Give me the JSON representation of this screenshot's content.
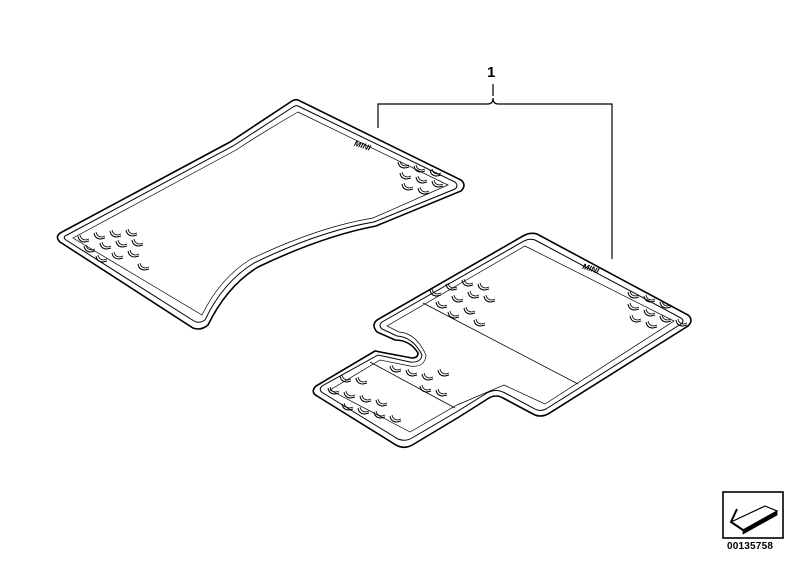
{
  "diagram": {
    "callout_number": "1",
    "reference_number": "00135758",
    "mat_brand_text": "MINI",
    "line_color": "#000000",
    "background_color": "#ffffff"
  }
}
